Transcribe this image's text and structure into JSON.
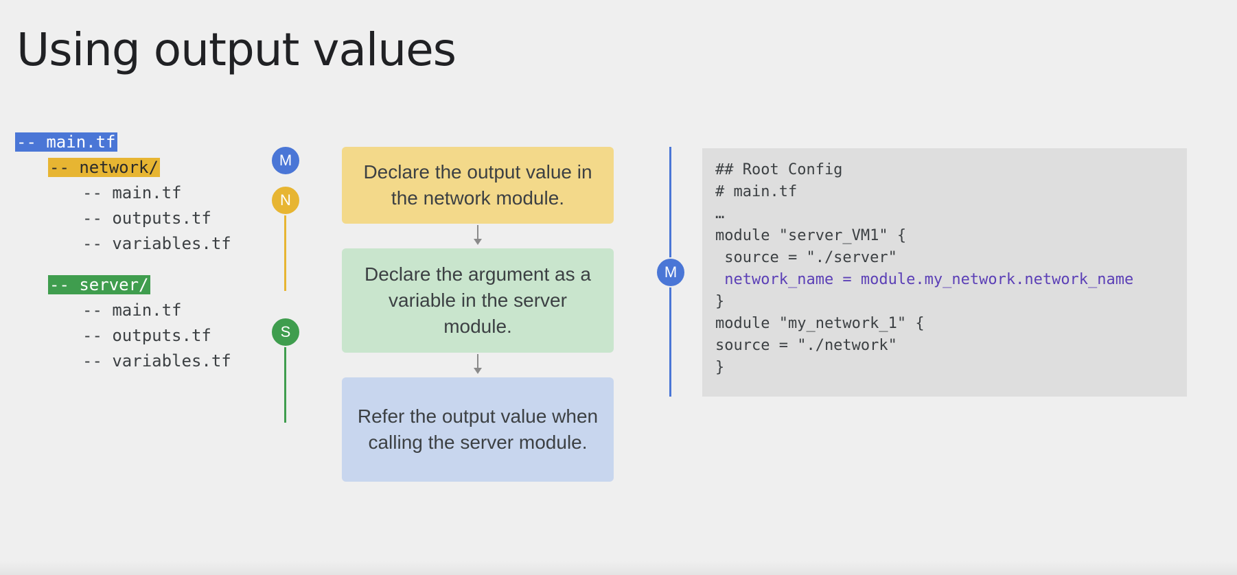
{
  "title": "Using output values",
  "tree": {
    "root": "-- main.tf",
    "network_dir": "-- network/",
    "network_files": [
      "-- main.tf",
      "-- outputs.tf",
      "-- variables.tf"
    ],
    "server_dir": "-- server/",
    "server_files": [
      "-- main.tf",
      "-- outputs.tf",
      "-- variables.tf"
    ]
  },
  "badges": {
    "main": "M",
    "network": "N",
    "server": "S",
    "code": "M"
  },
  "colors": {
    "blue": "#4a76d6",
    "yellow": "#e7b532",
    "green": "#3f9d4e",
    "step1_bg": "#f3d98a",
    "step2_bg": "#c9e5cd",
    "step3_bg": "#c8d6ee",
    "code_accent": "#5b3fb6"
  },
  "steps": [
    "Declare the output value in the network module.",
    "Declare the argument as a variable in the server module.",
    "Refer the output value when calling the server module."
  ],
  "code": [
    "## Root Config",
    "# main.tf",
    "…",
    "module \"server_VM1\" {",
    " source = \"./server\"",
    " network_name = module.my_network.network_name",
    "}",
    "module \"my_network_1\" {",
    "source = \"./network\"",
    "}"
  ]
}
